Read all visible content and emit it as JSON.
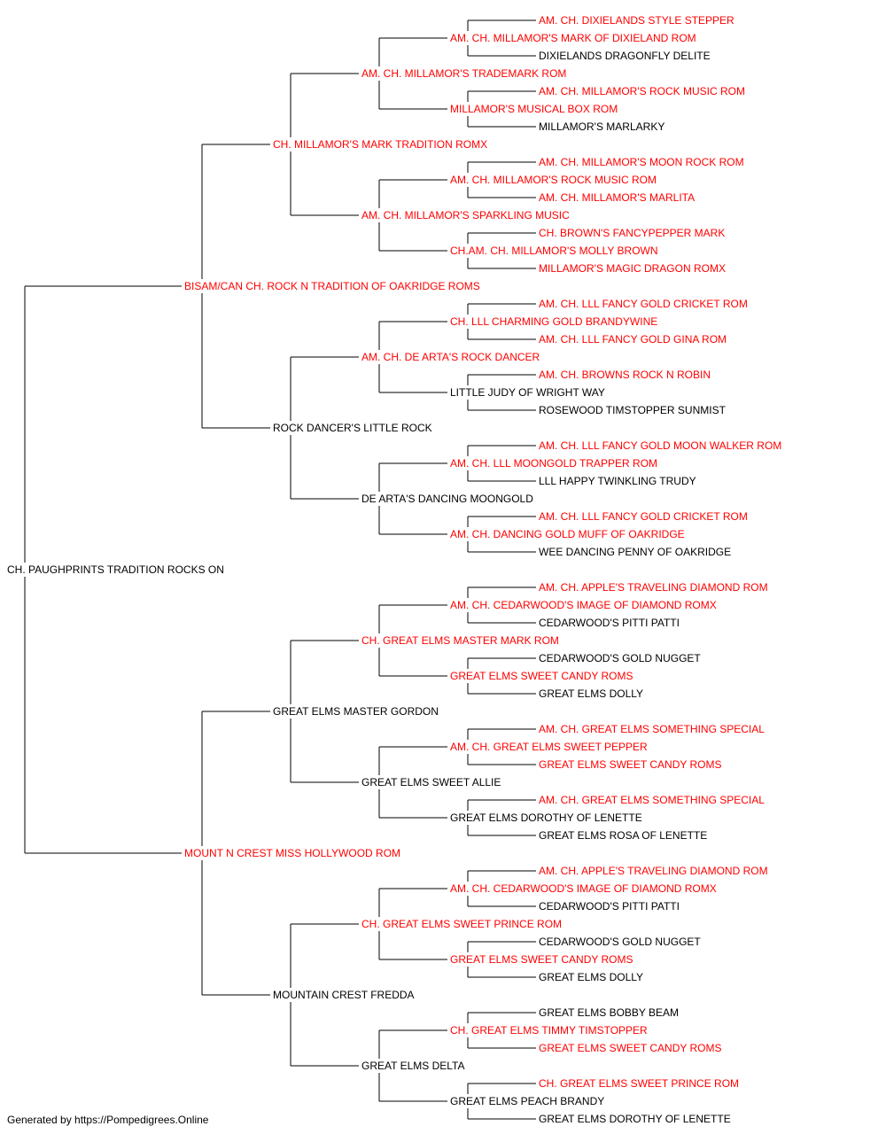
{
  "colors": {
    "champion_text": "#ff0000",
    "normal_text": "#000000",
    "connector_line": "#000000"
  },
  "pedigree": {
    "name": "CH. PAUGHPRINTS TRADITION ROCKS ON",
    "champion": false,
    "sire": {
      "name": "BISAM/CAN CH. ROCK N TRADITION OF OAKRIDGE ROMS",
      "champion": true,
      "sire": {
        "name": "CH. MILLAMOR'S MARK TRADITION ROMX",
        "champion": true,
        "sire": {
          "name": "AM. CH. MILLAMOR'S TRADEMARK ROM",
          "champion": true,
          "sire": {
            "name": "AM. CH. MILLAMOR'S MARK OF DIXIELAND ROM",
            "champion": true,
            "sire": {
              "name": "AM. CH. DIXIELANDS STYLE STEPPER",
              "champion": true
            },
            "dam": {
              "name": "DIXIELANDS DRAGONFLY DELITE",
              "champion": false
            }
          },
          "dam": {
            "name": "MILLAMOR'S MUSICAL BOX ROM",
            "champion": true,
            "sire": {
              "name": "AM. CH. MILLAMOR'S ROCK MUSIC ROM",
              "champion": true
            },
            "dam": {
              "name": "MILLAMOR'S MARLARKY",
              "champion": false
            }
          }
        },
        "dam": {
          "name": "AM. CH. MILLAMOR'S SPARKLING MUSIC",
          "champion": true,
          "sire": {
            "name": "AM. CH. MILLAMOR'S ROCK MUSIC ROM",
            "champion": true,
            "sire": {
              "name": "AM. CH. MILLAMOR'S MOON ROCK ROM",
              "champion": true
            },
            "dam": {
              "name": "AM. CH. MILLAMOR'S MARLITA",
              "champion": true
            }
          },
          "dam": {
            "name": "CH.AM. CH. MILLAMOR'S MOLLY BROWN",
            "champion": true,
            "sire": {
              "name": "CH. BROWN'S FANCYPEPPER MARK",
              "champion": true
            },
            "dam": {
              "name": "MILLAMOR'S MAGIC DRAGON ROMX",
              "champion": true
            }
          }
        }
      },
      "dam": {
        "name": "ROCK DANCER'S LITTLE ROCK",
        "champion": false,
        "sire": {
          "name": "AM. CH. DE ARTA'S ROCK DANCER",
          "champion": true,
          "sire": {
            "name": "CH. LLL CHARMING GOLD BRANDYWINE",
            "champion": true,
            "sire": {
              "name": "AM. CH. LLL FANCY GOLD CRICKET ROM",
              "champion": true
            },
            "dam": {
              "name": "AM. CH. LLL FANCY GOLD GINA ROM",
              "champion": true
            }
          },
          "dam": {
            "name": "LITTLE JUDY OF WRIGHT WAY",
            "champion": false,
            "sire": {
              "name": "AM. CH. BROWNS ROCK N ROBIN",
              "champion": true
            },
            "dam": {
              "name": "ROSEWOOD TIMSTOPPER SUNMIST",
              "champion": false
            }
          }
        },
        "dam": {
          "name": "DE ARTA'S DANCING MOONGOLD",
          "champion": false,
          "sire": {
            "name": "AM. CH. LLL MOONGOLD TRAPPER ROM",
            "champion": true,
            "sire": {
              "name": "AM. CH. LLL FANCY GOLD MOON WALKER ROM",
              "champion": true
            },
            "dam": {
              "name": "LLL HAPPY TWINKLING TRUDY",
              "champion": false
            }
          },
          "dam": {
            "name": "AM. CH. DANCING GOLD MUFF OF OAKRIDGE",
            "champion": true,
            "sire": {
              "name": "AM. CH. LLL FANCY GOLD CRICKET ROM",
              "champion": true
            },
            "dam": {
              "name": "WEE DANCING PENNY OF OAKRIDGE",
              "champion": false
            }
          }
        }
      }
    },
    "dam": {
      "name": "MOUNT N CREST MISS HOLLYWOOD ROM",
      "champion": true,
      "sire": {
        "name": "GREAT ELMS MASTER GORDON",
        "champion": false,
        "sire": {
          "name": "CH. GREAT ELMS MASTER MARK ROM",
          "champion": true,
          "sire": {
            "name": "AM. CH. CEDARWOOD'S IMAGE OF DIAMOND ROMX",
            "champion": true,
            "sire": {
              "name": "AM. CH. APPLE'S TRAVELING DIAMOND ROM",
              "champion": true
            },
            "dam": {
              "name": "CEDARWOOD'S PITTI PATTI",
              "champion": false
            }
          },
          "dam": {
            "name": "GREAT ELMS SWEET CANDY ROMS",
            "champion": true,
            "sire": {
              "name": "CEDARWOOD'S GOLD NUGGET",
              "champion": false
            },
            "dam": {
              "name": "GREAT ELMS DOLLY",
              "champion": false
            }
          }
        },
        "dam": {
          "name": "GREAT ELMS SWEET ALLIE",
          "champion": false,
          "sire": {
            "name": "AM. CH. GREAT ELMS SWEET PEPPER",
            "champion": true,
            "sire": {
              "name": "AM. CH. GREAT ELMS SOMETHING SPECIAL",
              "champion": true
            },
            "dam": {
              "name": "GREAT ELMS SWEET CANDY ROMS",
              "champion": true
            }
          },
          "dam": {
            "name": "GREAT ELMS DOROTHY OF LENETTE",
            "champion": false,
            "sire": {
              "name": "AM. CH. GREAT ELMS SOMETHING SPECIAL",
              "champion": true
            },
            "dam": {
              "name": "GREAT ELMS ROSA OF LENETTE",
              "champion": false
            }
          }
        }
      },
      "dam": {
        "name": "MOUNTAIN CREST FREDDA",
        "champion": false,
        "sire": {
          "name": "CH. GREAT ELMS SWEET PRINCE ROM",
          "champion": true,
          "sire": {
            "name": "AM. CH. CEDARWOOD'S IMAGE OF DIAMOND ROMX",
            "champion": true,
            "sire": {
              "name": "AM. CH. APPLE'S TRAVELING DIAMOND ROM",
              "champion": true
            },
            "dam": {
              "name": "CEDARWOOD'S PITTI PATTI",
              "champion": false
            }
          },
          "dam": {
            "name": "GREAT ELMS SWEET CANDY ROMS",
            "champion": true,
            "sire": {
              "name": "CEDARWOOD'S GOLD NUGGET",
              "champion": false
            },
            "dam": {
              "name": "GREAT ELMS DOLLY",
              "champion": false
            }
          }
        },
        "dam": {
          "name": "GREAT ELMS DELTA",
          "champion": false,
          "sire": {
            "name": "CH. GREAT ELMS TIMMY TIMSTOPPER",
            "champion": true,
            "sire": {
              "name": "GREAT ELMS BOBBY BEAM",
              "champion": false
            },
            "dam": {
              "name": "GREAT ELMS SWEET CANDY ROMS",
              "champion": true
            }
          },
          "dam": {
            "name": "GREAT ELMS PEACH BRANDY",
            "champion": false,
            "sire": {
              "name": "CH. GREAT ELMS SWEET PRINCE ROM",
              "champion": true
            },
            "dam": {
              "name": "GREAT ELMS DOROTHY OF LENETTE",
              "champion": false
            }
          }
        }
      }
    }
  },
  "footer": {
    "text": "Generated by https://Pompedigrees.Online"
  }
}
